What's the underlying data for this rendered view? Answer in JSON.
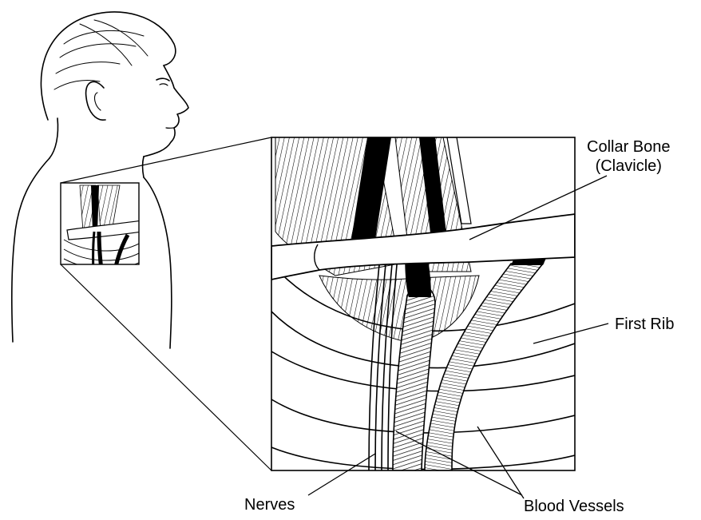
{
  "labels": {
    "collar_bone_line1": "Collar Bone",
    "collar_bone_line2": "(Clavicle)",
    "first_rib": "First Rib",
    "nerves": "Nerves",
    "blood_vessels": "Blood Vessels"
  },
  "colors": {
    "ink": "#000000",
    "paper": "#ffffff"
  }
}
